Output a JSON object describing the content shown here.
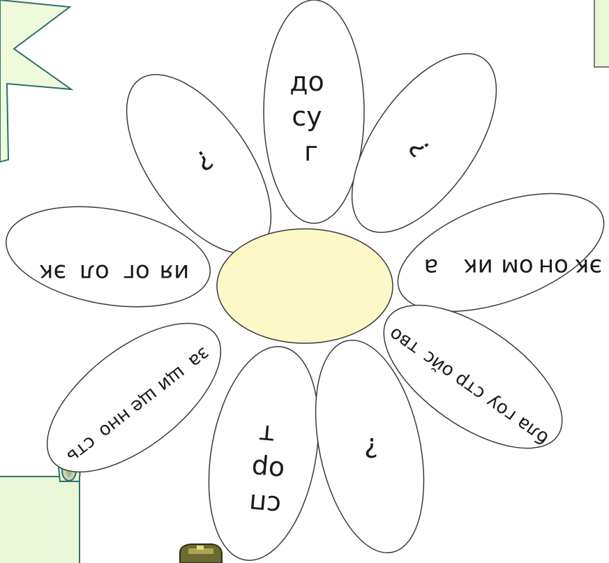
{
  "flower": {
    "center_color": "#fcf8c8",
    "outline_color": "#3a3a3a",
    "petal_fill": "#ffffff",
    "petals": [
      {
        "id": "dosug",
        "lines": [
          "до",
          "су",
          "г"
        ]
      },
      {
        "id": "q1",
        "lines": [
          "?"
        ]
      },
      {
        "id": "q2",
        "lines": [
          "?"
        ]
      },
      {
        "id": "ekonomika",
        "lines": [
          "эк",
          "он",
          "ом",
          "ик",
          "а"
        ]
      },
      {
        "id": "ekologiya",
        "lines": [
          "эк",
          "ол",
          "ог",
          "ия"
        ]
      },
      {
        "id": "blagoustroistvo",
        "lines": [
          "бла",
          "гоу",
          "стр",
          "ойс",
          "тво"
        ]
      },
      {
        "id": "zashchishchennost",
        "lines": [
          "за",
          "щи",
          "ще",
          "нно",
          "сть"
        ]
      },
      {
        "id": "sport",
        "lines": [
          "сп",
          "ор",
          "т"
        ]
      },
      {
        "id": "q3",
        "lines": [
          "?"
        ]
      }
    ]
  },
  "decor": {
    "star_color": "#eefad9",
    "scroll_color": "#e9f7d8",
    "scroll_curl_color": "#c9d3b3",
    "border_color": "#2f6f6f"
  }
}
